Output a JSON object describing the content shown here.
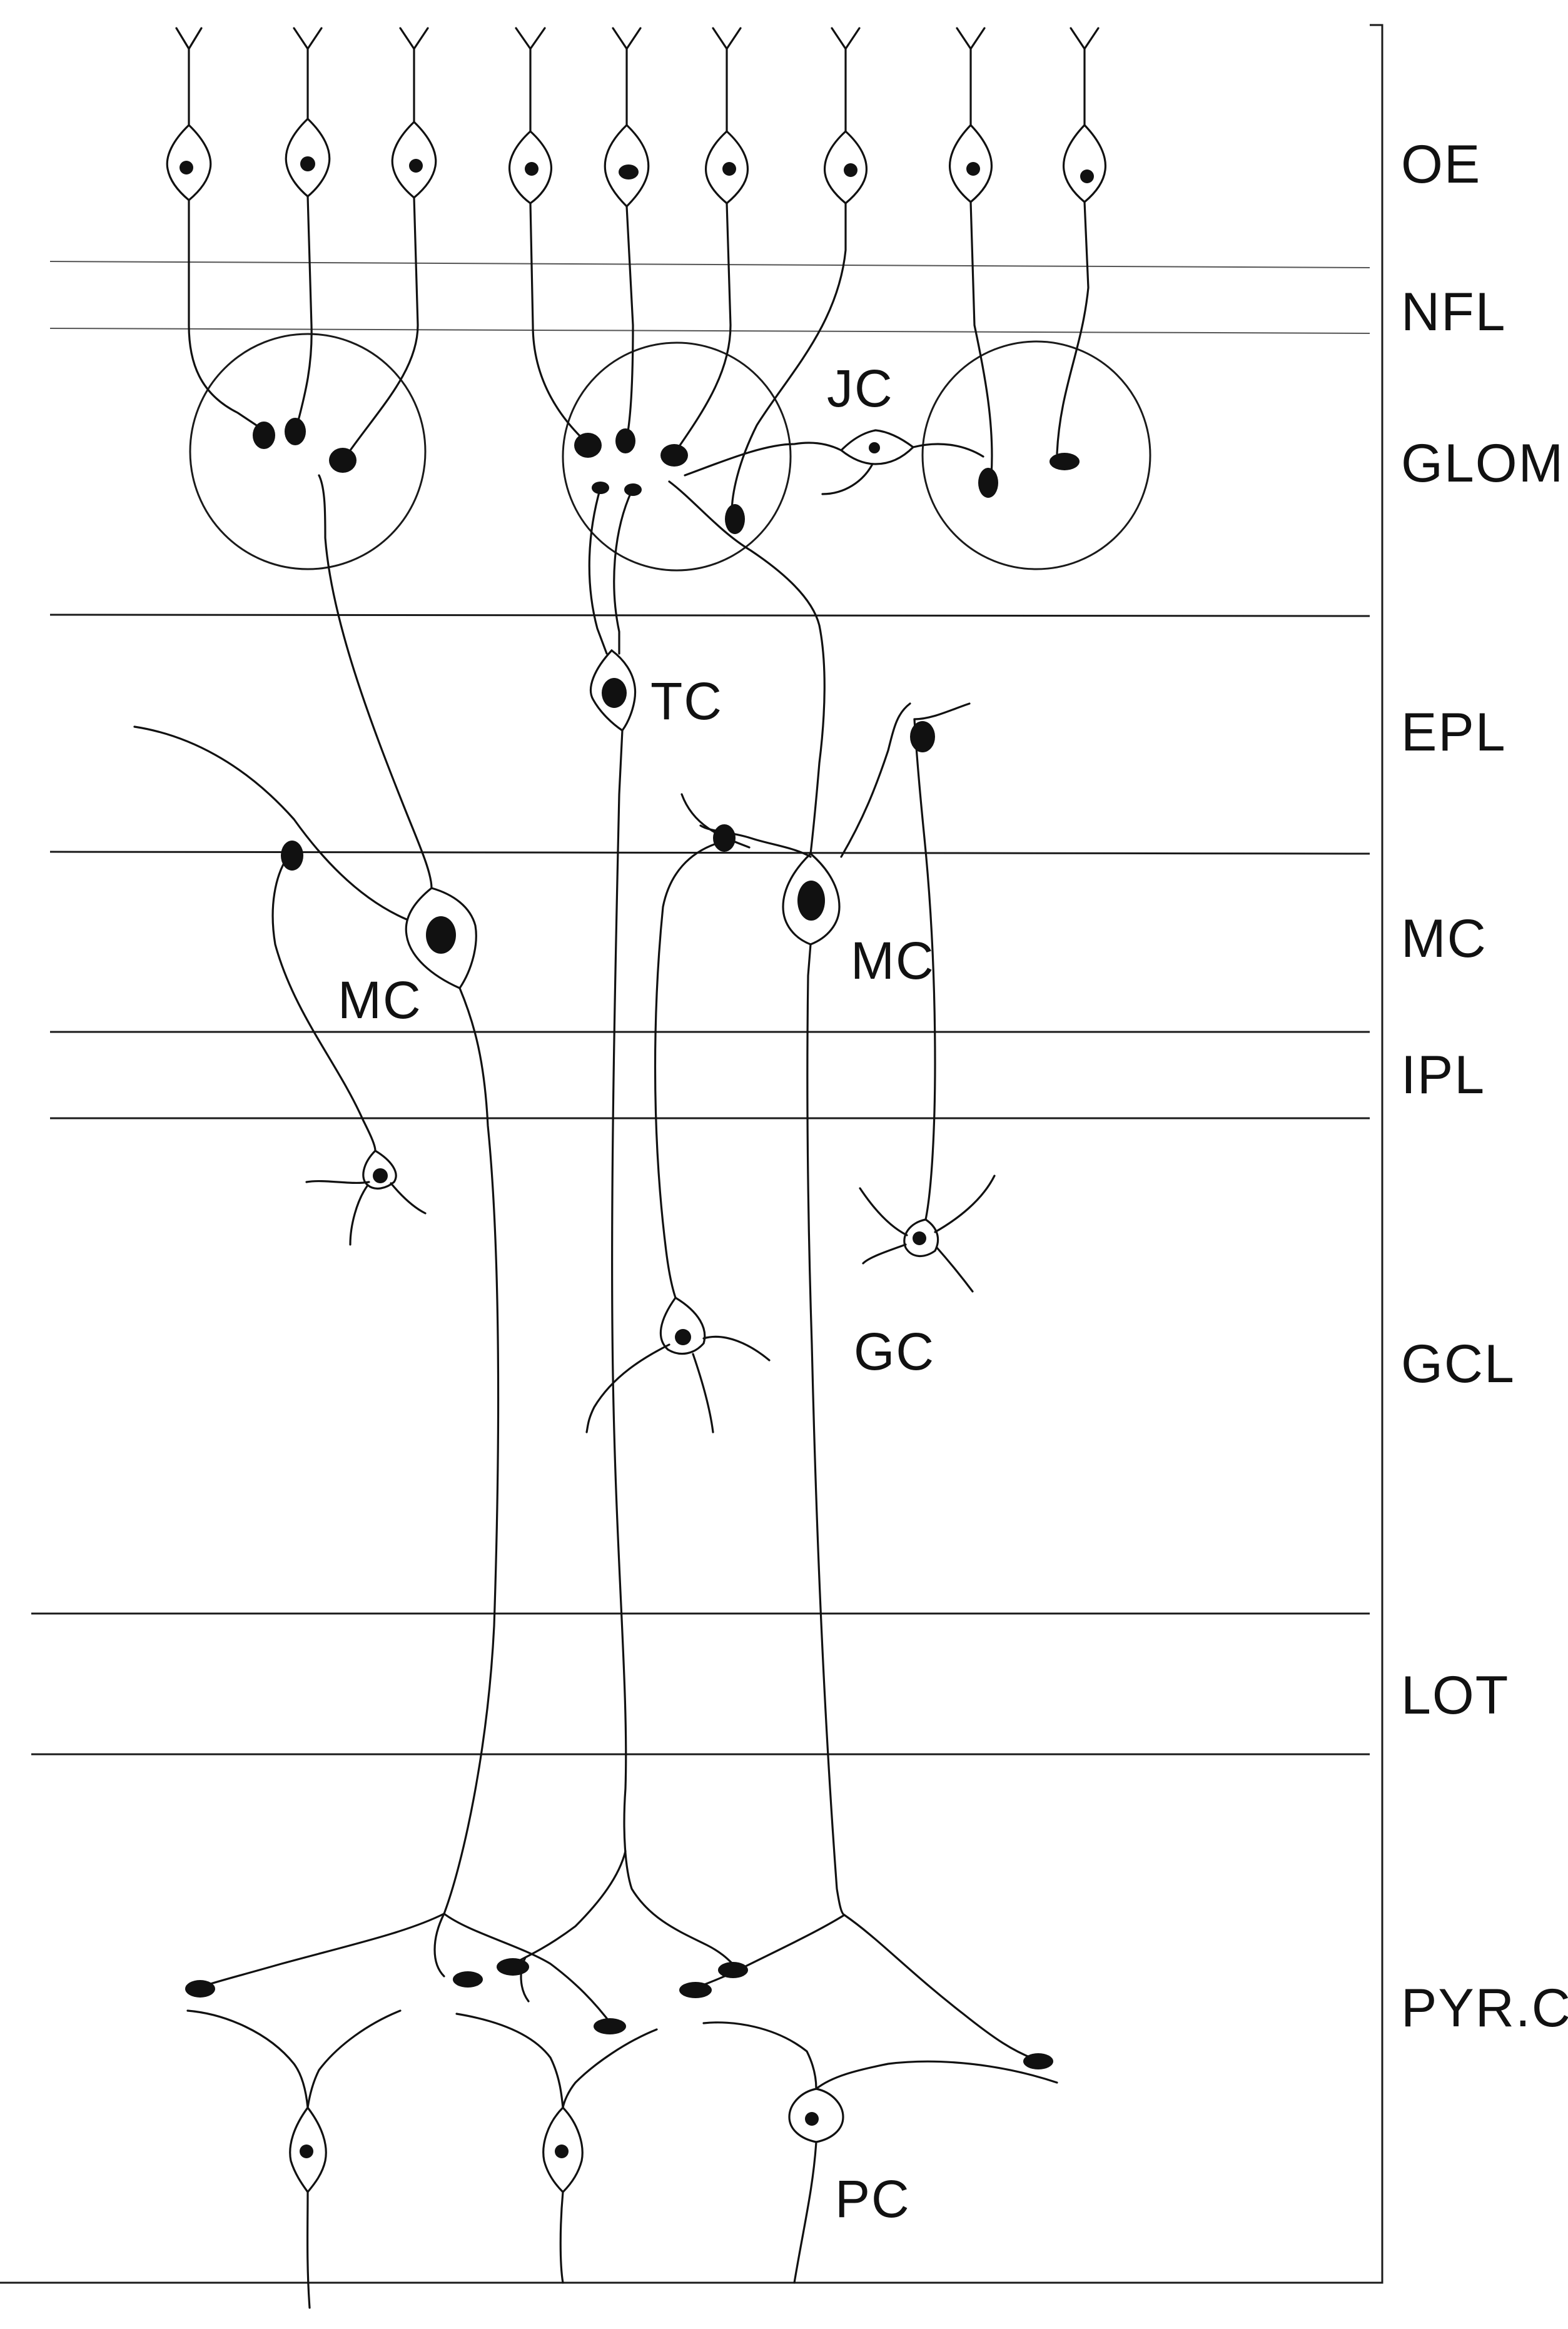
{
  "layers": [
    {
      "label": "OE"
    },
    {
      "label": "NFL"
    },
    {
      "label": "GLOM"
    },
    {
      "label": "EPL"
    },
    {
      "label": "MC"
    },
    {
      "label": "IPL"
    },
    {
      "label": "GCL"
    },
    {
      "label": "LOT"
    },
    {
      "label": "PYR.C"
    }
  ],
  "cell_labels": {
    "jc": "JC",
    "tc": "TC",
    "mc_left": "MC",
    "mc_right": "MC",
    "gc": "GC",
    "pc": "PC"
  }
}
